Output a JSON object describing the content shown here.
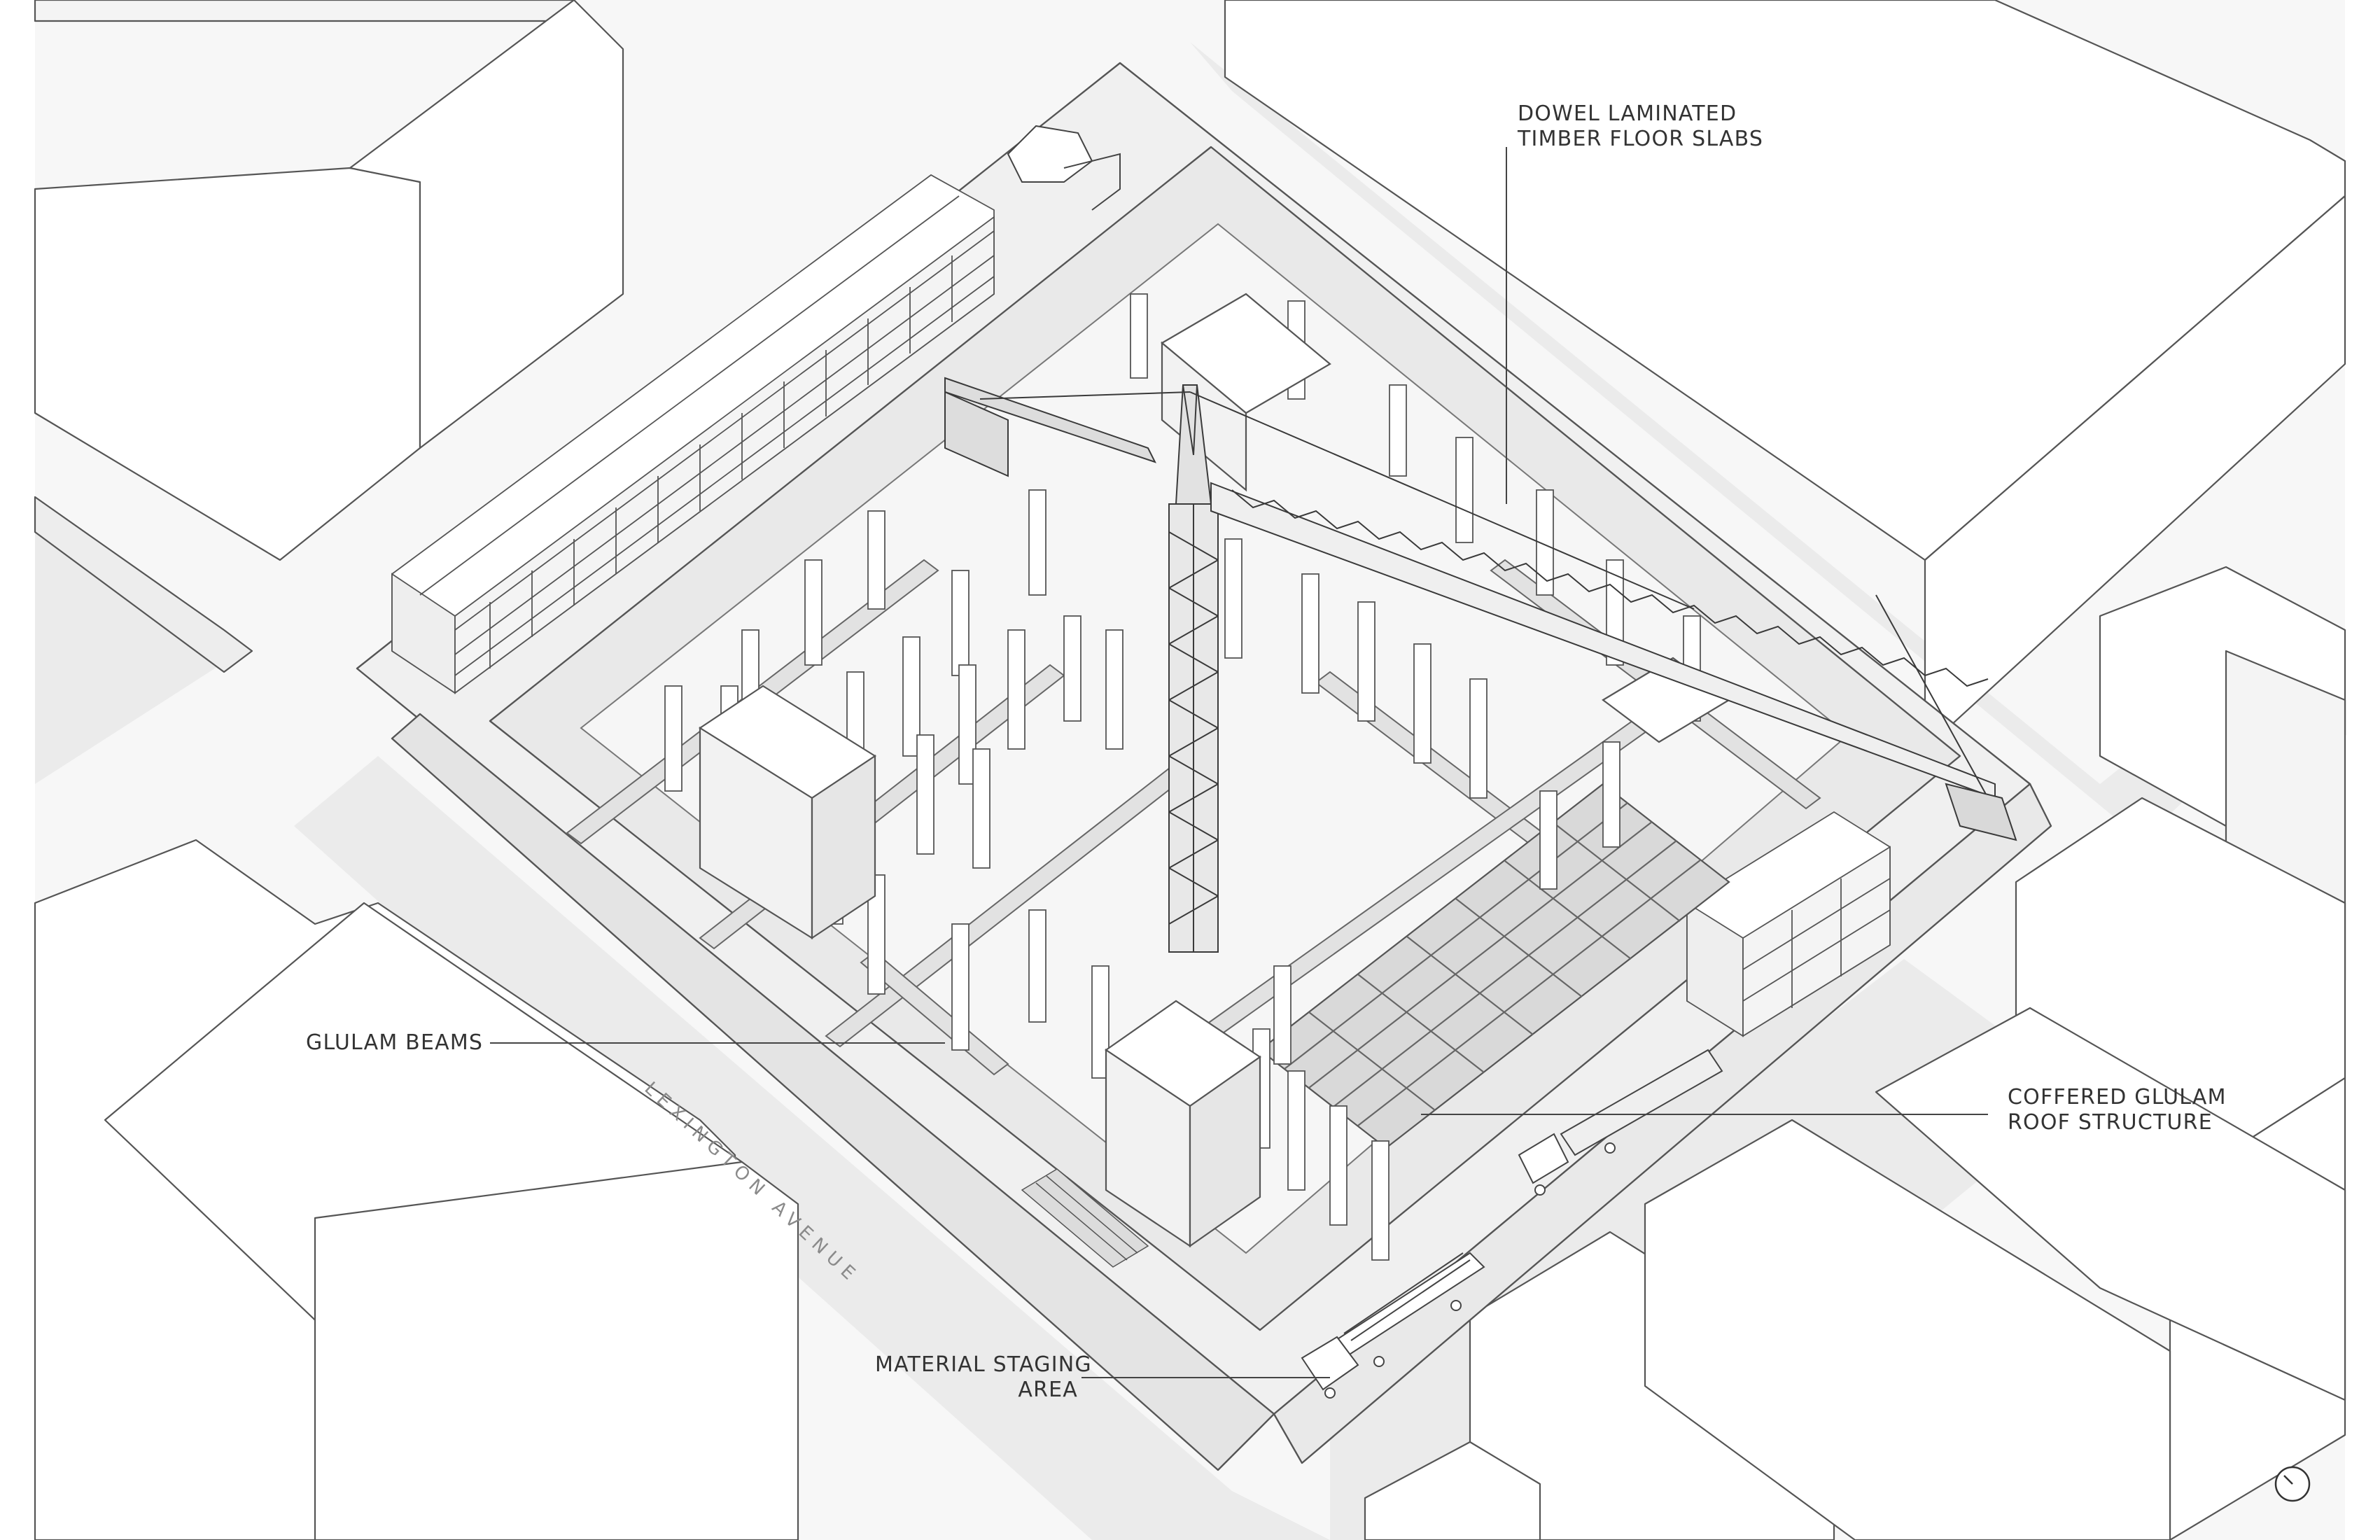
{
  "callouts": {
    "dowel": {
      "lines": [
        "DOWEL LAMINATED",
        "TIMBER FLOOR SLABS"
      ]
    },
    "glulam_beams": {
      "lines": [
        "GLULAM BEAMS"
      ]
    },
    "coffered": {
      "lines": [
        "COFFERED GLULAM",
        "ROOF STRUCTURE"
      ]
    },
    "staging": {
      "lines": [
        "MATERIAL STAGING",
        "AREA"
      ]
    }
  },
  "street": {
    "name": "LEXINGTON AVENUE"
  },
  "colors": {
    "line": "#555555",
    "light_line": "#9a9a9a",
    "face": "#f3f3f3",
    "ground": "#ececec",
    "shade": "#dcdcdc",
    "leader": "#444444"
  },
  "icons": {
    "north": "north-arrow-icon",
    "crane": "tower-crane",
    "truck": "flatbed-truck-icon"
  }
}
